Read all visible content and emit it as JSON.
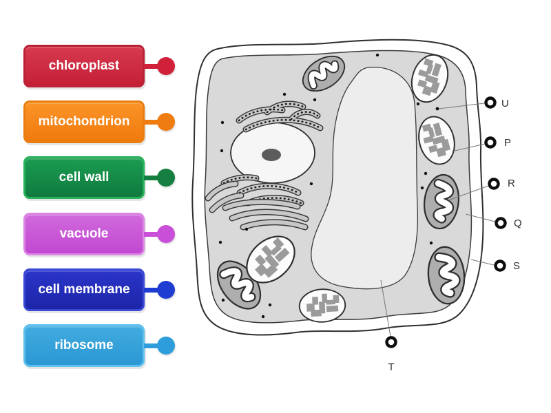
{
  "page": {
    "background": "#ffffff"
  },
  "word_bank": {
    "items": [
      {
        "label": "chloroplast",
        "fill_top": "#d63a4e",
        "fill_bottom": "#c51f37",
        "border": "#b8203.4",
        "edge": "#bb2136",
        "knob": "#d0203a",
        "text_color": "#ffffff"
      },
      {
        "label": "mitochondrion",
        "fill_top": "#fb9428",
        "fill_bottom": "#f07a0d",
        "edge": "#e97d0e",
        "knob": "#ee7c10",
        "text_color": "#ffffff"
      },
      {
        "label": "cell wall",
        "fill_top": "#1a9c50",
        "fill_bottom": "#107a3f",
        "edge": "#27b25b",
        "knob": "#157f41",
        "text_color": "#ffffff"
      },
      {
        "label": "vacuole",
        "fill_top": "#d06adc",
        "fill_bottom": "#c248d1",
        "edge": "#dd85e5",
        "knob": "#c94fd8",
        "text_color": "#ffffff"
      },
      {
        "label": "cell membrane",
        "fill_top": "#2b35c9",
        "fill_bottom": "#1c25a8",
        "edge": "#3a49d6",
        "knob": "#1e3bd2",
        "text_color": "#ffffff"
      },
      {
        "label": "ribosome",
        "fill_top": "#41acdf",
        "fill_bottom": "#2b97d3",
        "edge": "#5fc0ee",
        "knob": "#2d9edb",
        "text_color": "#ffffff"
      }
    ]
  },
  "diagram": {
    "type": "plant-cell",
    "ink": "#2f2f2f",
    "cytoplasm_color": "#d9d9d9",
    "vacuole_color": "#ededed",
    "organelle_gray": "#aeaeae",
    "points": [
      {
        "letter": "U"
      },
      {
        "letter": "P"
      },
      {
        "letter": "R"
      },
      {
        "letter": "Q"
      },
      {
        "letter": "S"
      },
      {
        "letter": "T"
      }
    ]
  }
}
